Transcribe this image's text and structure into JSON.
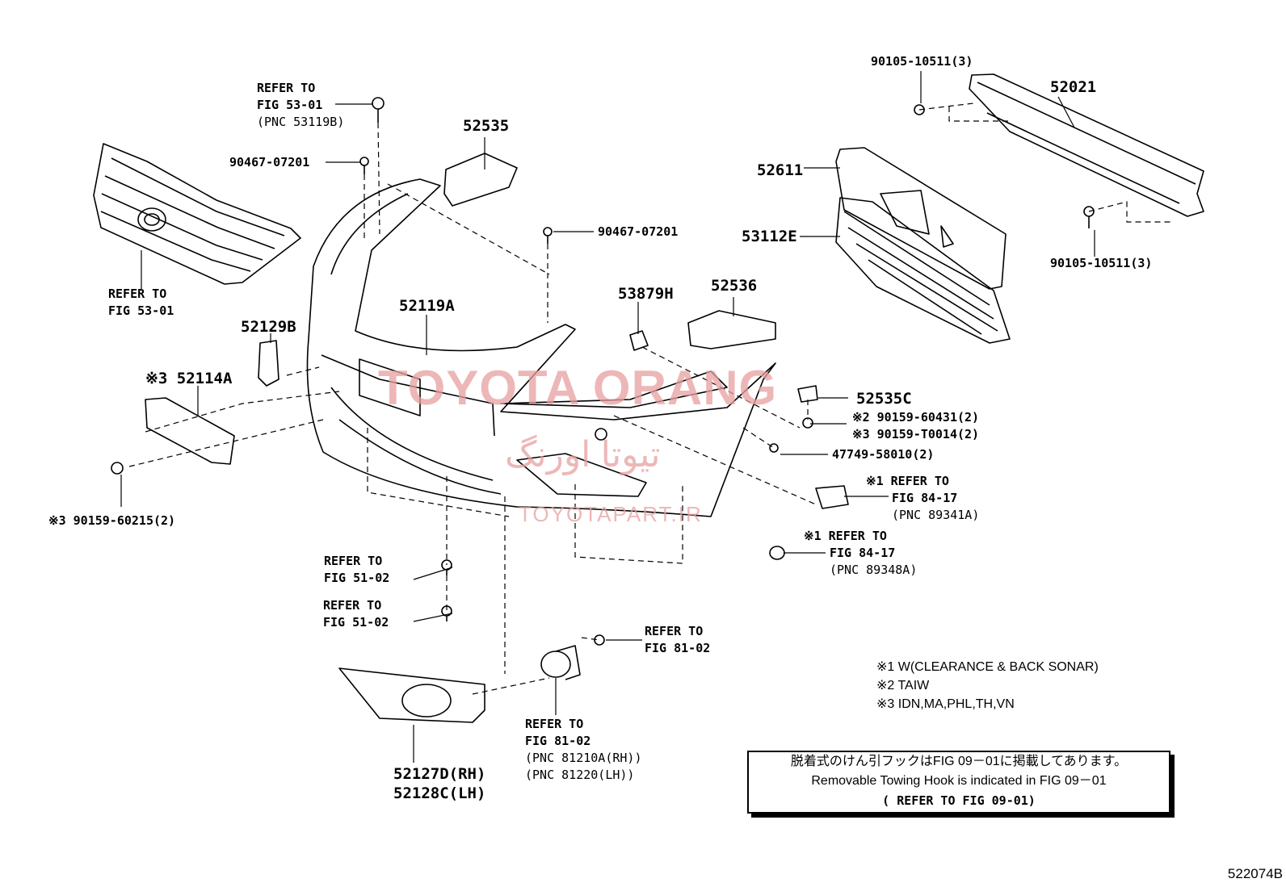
{
  "parts": {
    "p52021": "52021",
    "p52611": "52611",
    "p53112E": "53112E",
    "p52535": "52535",
    "p52536": "52536",
    "p53879H": "53879H",
    "p52119A": "52119A",
    "p52129B": "52129B",
    "p52114A": "※3 52114A",
    "p52535C": "52535C",
    "p52127D": "52127D(RH)",
    "p52128C": "52128C(LH)"
  },
  "fasteners": {
    "f9010510511_top": "90105-10511(3)",
    "f9010510511_bottom": "90105-10511(3)",
    "f9046707201_left": "90467-07201",
    "f9046707201_mid": "90467-07201",
    "f9015960431": "※2 90159-60431(2)",
    "f90159T0014": "※3 90159-T0014(2)",
    "f4774958010": "47749-58010(2)",
    "f9015960215": "※3 90159-60215(2)"
  },
  "refs": {
    "ref_53_01_top": [
      "REFER TO",
      "FIG 53-01",
      "(PNC 53119B)"
    ],
    "ref_53_01_grille": [
      "REFER TO",
      "FIG 53-01"
    ],
    "ref_84_17_a": [
      "※1 REFER TO",
      "FIG 84-17",
      "(PNC 89341A)"
    ],
    "ref_84_17_b": [
      "※1 REFER TO",
      "FIG 84-17",
      "(PNC 89348A)"
    ],
    "ref_51_02_a": [
      "REFER TO",
      "FIG 51-02"
    ],
    "ref_51_02_b": [
      "REFER TO",
      "FIG 51-02"
    ],
    "ref_81_02_bolt": [
      "REFER TO",
      "FIG 81-02"
    ],
    "ref_81_02_lamp": [
      "REFER TO",
      "FIG 81-02",
      "(PNC 81210A(RH))",
      "(PNC 81220(LH))"
    ]
  },
  "notes": [
    "※1 W(CLEARANCE & BACK SONAR)",
    "※2 TAIW",
    "※3 IDN,MA,PHL,TH,VN"
  ],
  "tow_box": {
    "line1": "脱着式のけん引フックはFIG 09－01に掲載してあります。",
    "line2": "Removable Towing Hook is indicated in FIG 09－01",
    "line3": "( REFER TO FIG 09-01)"
  },
  "watermark": {
    "main": "TOYOTA ORANG",
    "persian": "تیوتا اورنگ",
    "site": "TOYOTAPART.IR"
  },
  "figure_id": "522074B"
}
